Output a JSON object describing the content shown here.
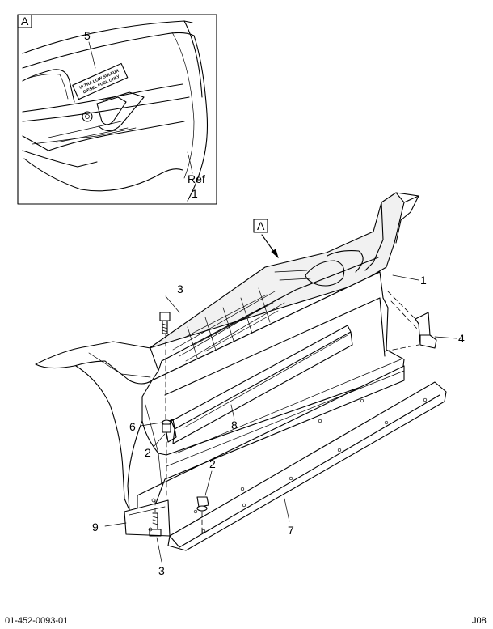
{
  "detail_view": {
    "letter": "A",
    "label_text": [
      "ULTRA LOW SULFUR",
      "DIESEL FUEL ONLY"
    ]
  },
  "view_reference": "A",
  "callouts": {
    "detail_item": "5",
    "ref_word": "Ref",
    "ref_item": "1",
    "item_1": "1",
    "item_2_upper": "2",
    "item_2_lower": "2",
    "item_3_upper": "3",
    "item_3_lower": "3",
    "item_4": "4",
    "item_6": "6",
    "item_7": "7",
    "item_8": "8",
    "item_9": "9"
  },
  "footer": {
    "part_number": "01-452-0093-01",
    "page_code": "J08"
  }
}
